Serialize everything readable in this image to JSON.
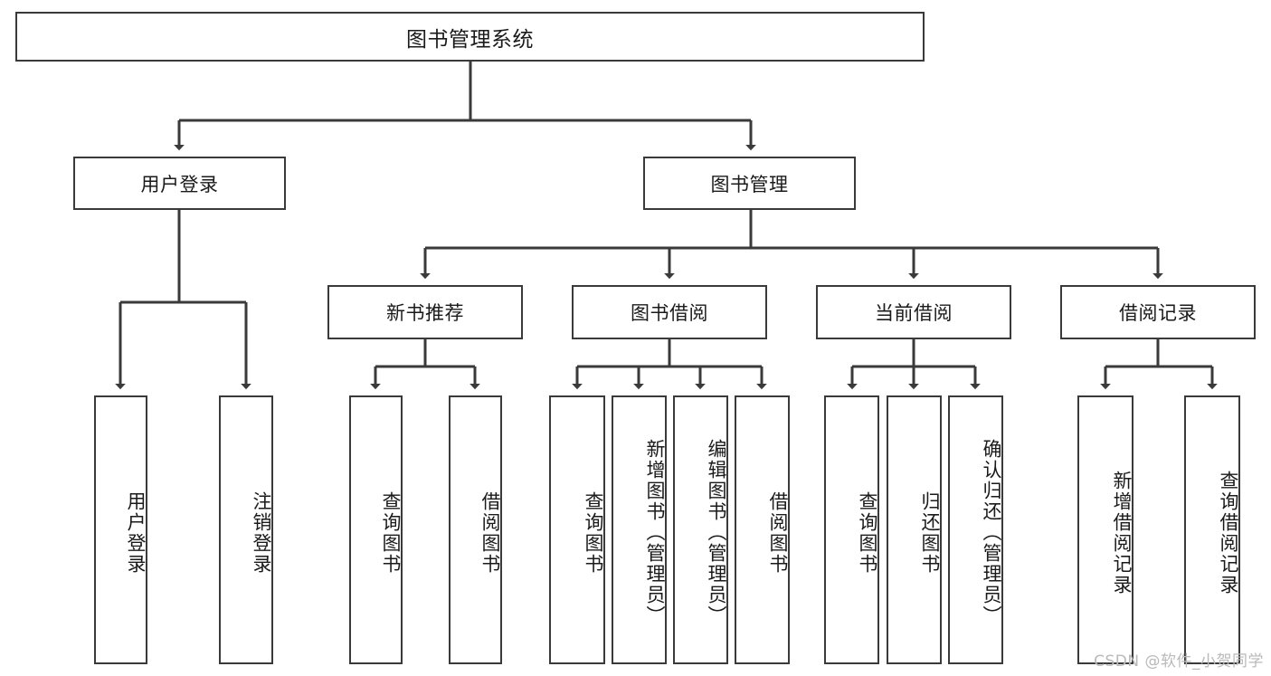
{
  "diagram": {
    "type": "tree-hierarchy-chart",
    "title": "图书管理系统",
    "stroke_color": "#3a3a3a",
    "text_color": "#1a1a1a",
    "background_color": "#ffffff",
    "root": {
      "label": "图书管理系统"
    },
    "level2": [
      {
        "label": "用户登录"
      },
      {
        "label": "图书管理"
      }
    ],
    "level3": [
      {
        "label": "新书推荐"
      },
      {
        "label": "图书借阅"
      },
      {
        "label": "当前借阅"
      },
      {
        "label": "借阅记录"
      }
    ],
    "leaves": {
      "user_login": [
        {
          "label": "用户登录"
        },
        {
          "label": "注销登录"
        }
      ],
      "new_book_recommend": [
        {
          "label": "查询图书"
        },
        {
          "label": "借阅图书"
        }
      ],
      "book_borrow": [
        {
          "label": "查询图书"
        },
        {
          "label": "新增图书（管理员）"
        },
        {
          "label": "编辑图书（管理员）"
        },
        {
          "label": "借阅图书"
        }
      ],
      "current_borrow": [
        {
          "label": "查询图书"
        },
        {
          "label": "归还图书"
        },
        {
          "label": "确认归还（管理员）"
        }
      ],
      "borrow_record": [
        {
          "label": "新增借阅记录"
        },
        {
          "label": "查询借阅记录"
        }
      ]
    }
  },
  "watermark": {
    "text": "CSDN @软件_小贺同学"
  }
}
